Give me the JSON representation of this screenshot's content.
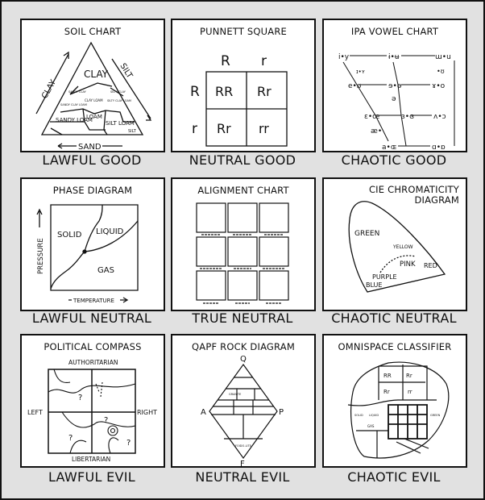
{
  "panels": [
    {
      "title": "SOIL CHART",
      "alignment": "LAWFUL GOOD",
      "labels": {
        "clay_axis": "CLAY",
        "silt_axis": "SILT",
        "sand_axis": "SAND",
        "clay": "CLAY",
        "sandy_clay": "SANDY CLAY",
        "silty_clay": "SILTY CLAY",
        "sandy_clay_loam": "SANDY CLAY LOAM",
        "clay_loam": "CLAY LOAM",
        "silty_clay_loam": "SILTY CLAY LOAM",
        "sandy_loam": "SANDY LOAM",
        "loam": "LOAM",
        "silt_loam": "SILT LOAM",
        "silt": "SILT"
      }
    },
    {
      "title": "PUNNETT SQUARE",
      "alignment": "NEUTRAL GOOD",
      "headers_top": [
        "R",
        "r"
      ],
      "headers_left": [
        "R",
        "r"
      ],
      "cells": [
        "RR",
        "Rr",
        "Rr",
        "rr"
      ]
    },
    {
      "title": "IPA VOWEL CHART",
      "alignment": "CHAOTIC GOOD",
      "vowels": [
        "i•y",
        "ɨ•ʉ",
        "ɯ•u",
        "ɪ•ʏ",
        "•ʊ",
        "e•ø",
        "ɘ•ɵ",
        "ɤ•o",
        "ə",
        "ɛ•œ",
        "ɜ•ɞ",
        "ʌ•ɔ",
        "æ•",
        "a•ɶ",
        "ɑ•ɒ"
      ]
    },
    {
      "title": "PHASE DIAGRAM",
      "alignment": "LAWFUL NEUTRAL",
      "labels": {
        "solid": "SOLID",
        "liquid": "LIQUID",
        "gas": "GAS",
        "y_axis": "PRESSURE",
        "x_axis": "TEMPERATURE"
      }
    },
    {
      "title": "ALIGNMENT CHART",
      "alignment": "TRUE NEUTRAL"
    },
    {
      "title": "CIE CHROMATICITY DIAGRAM",
      "title_lines": [
        "CIE CHROMATICITY",
        "DIAGRAM"
      ],
      "alignment": "CHAOTIC NEUTRAL",
      "labels": {
        "green": "GREEN",
        "yellow": "YELLOW",
        "pink": "PINK",
        "red": "RED",
        "purple": "PURPLE",
        "blue": "BLUE"
      }
    },
    {
      "title": "POLITICAL COMPASS",
      "alignment": "LAWFUL EVIL",
      "labels": {
        "top": "AUTHORITARIAN",
        "bottom": "LIBERTARIAN",
        "left": "LEFT",
        "right": "RIGHT",
        "unknown": "?"
      }
    },
    {
      "title": "QAPF ROCK DIAGRAM",
      "alignment": "NEUTRAL EVIL",
      "labels": {
        "q": "Q",
        "a": "A",
        "p": "P",
        "f": "F",
        "granite": "GRANITE",
        "foidolite": "FOIDO-LITE"
      }
    },
    {
      "title": "OMNISPACE CLASSIFIER",
      "alignment": "CHAOTIC EVIL",
      "labels": {
        "cells": [
          "RR",
          "Rr",
          "Rr",
          "rr"
        ],
        "solid": "SOLID",
        "liquid": "LIQUID",
        "gas": "GAS",
        "green": "GREEN"
      }
    }
  ]
}
